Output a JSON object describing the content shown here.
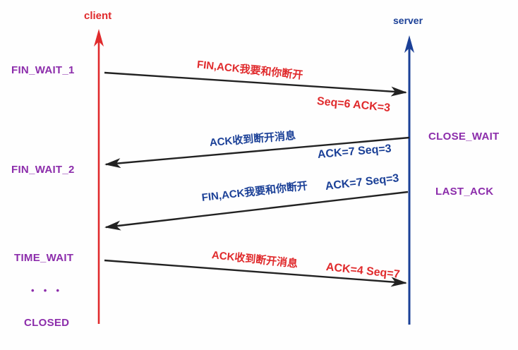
{
  "diagram": {
    "type": "sequence",
    "subject": "TCP four-way handshake connection termination",
    "actors": {
      "client": {
        "label": "client",
        "color": "#e02a2c"
      },
      "server": {
        "label": "server",
        "color": "#1b4097"
      }
    },
    "client_states": [
      {
        "label": "FIN_WAIT_1"
      },
      {
        "label": "FIN_WAIT_2"
      },
      {
        "label": "TIME_WAIT"
      },
      {
        "label": "• • •"
      },
      {
        "label": "CLOSED"
      }
    ],
    "server_states": [
      {
        "label": "CLOSE_WAIT"
      },
      {
        "label": "LAST_ACK"
      }
    ],
    "messages": [
      {
        "label": "FIN,ACK我要和你断开",
        "detail": "Seq=6 ACK=3",
        "from": "client",
        "to": "server",
        "color": "#e02a2c"
      },
      {
        "label": "ACK收到断开消息",
        "detail": "ACK=7 Seq=3",
        "from": "server",
        "to": "client",
        "color": "#1b4097"
      },
      {
        "label": "FIN,ACK我要和你断开",
        "detail": "ACK=7 Seq=3",
        "from": "server",
        "to": "client",
        "color": "#1b4097"
      },
      {
        "label": "ACK收到断开消息",
        "detail": "ACK=4 Seq=7",
        "from": "client",
        "to": "server",
        "color": "#e02a2c"
      }
    ],
    "state_color": "#8c2dab",
    "arrow_color": "#222222"
  }
}
